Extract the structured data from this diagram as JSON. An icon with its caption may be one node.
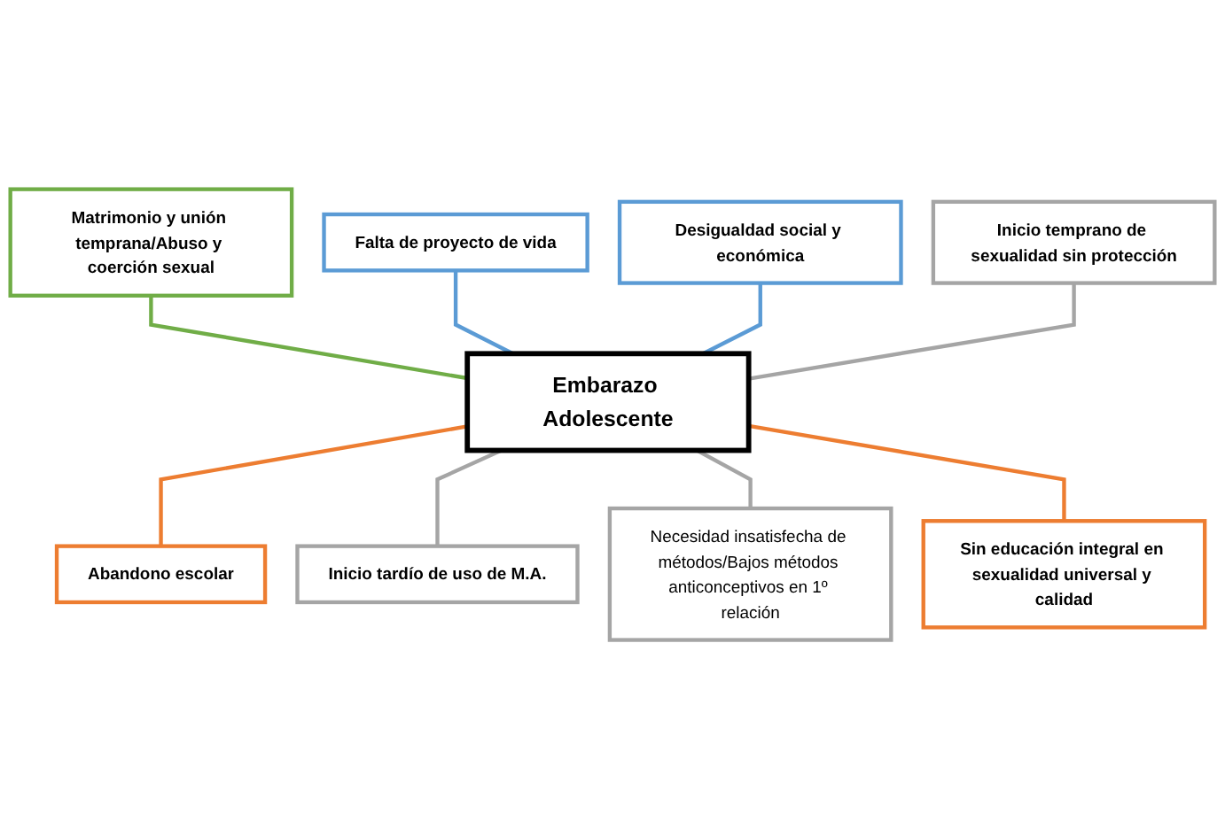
{
  "diagram": {
    "nodes": [
      {
        "text": [
          "Matrimonio y unión temprana/Abuso y coerción sexual"
        ]
      },
      {
        "text": [
          "Falta de proyecto de vida"
        ]
      },
      {
        "text": [
          "Desigualdad social y económica"
        ]
      },
      {
        "text": [
          "Inicio temprano de sexualidad sin protección"
        ]
      },
      {
        "text": [
          "Embarazo Adolescente"
        ]
      },
      {
        "text": [
          "Abandono escolar"
        ]
      },
      {
        "text": [
          "Inicio tardío de uso de M.A."
        ]
      },
      {
        "text": [
          "Necesidad insatisfecha de métodos/Bajos métodos anticonceptivos en 1º relación"
        ]
      },
      {
        "text": [
          "Sin educación integral en sexualidad universal y calidad"
        ]
      }
    ],
    "edges": [
      {
        "from": 0,
        "to": 4,
        "arrow": "none",
        "color": "#70ad47"
      },
      {
        "from": 1,
        "to": 4,
        "arrow": "none",
        "color": "#5b9bd5"
      },
      {
        "from": 2,
        "to": 4,
        "arrow": "none",
        "color": "#5b9bd5"
      },
      {
        "from": 3,
        "to": 4,
        "arrow": "none"
      },
      {
        "from": 4,
        "to": 5,
        "arrow": "none",
        "color": "#ed7d31"
      },
      {
        "from": 4,
        "to": 6,
        "arrow": "none"
      },
      {
        "from": 4,
        "to": 7,
        "arrow": "none"
      },
      {
        "from": 4,
        "to": 8,
        "arrow": "none",
        "color": "#ed7d31"
      }
    ]
  }
}
